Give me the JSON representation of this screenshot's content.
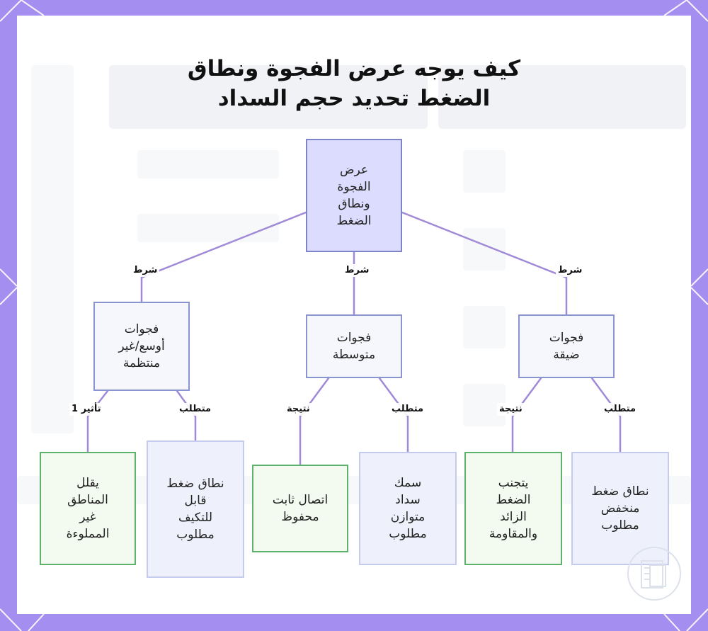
{
  "title": {
    "line1": "كيف يوجه عرض الفجوة ونطاق",
    "line2": "الضغط تحديد حجم السداد"
  },
  "nodes": {
    "root": {
      "lines": [
        "عرض",
        "الفجوة",
        "ونطاق",
        "الضغط"
      ]
    },
    "wide_gaps": {
      "lines": [
        "فجوات",
        "أوسع/غير",
        "منتظمة"
      ]
    },
    "medium_gaps": {
      "lines": [
        "فجوات",
        "متوسطة"
      ]
    },
    "narrow_gaps": {
      "lines": [
        "فجوات",
        "ضيقة"
      ]
    },
    "reduces_voids": {
      "lines": [
        "يقلل",
        "المناطق",
        "غير",
        "المملوءة"
      ]
    },
    "adaptable_range": {
      "lines": [
        "نطاق ضغط",
        "قابل",
        "للتكيف",
        "مطلوب"
      ]
    },
    "stable_contact": {
      "lines": [
        "اتصال ثابت",
        "محفوظ"
      ]
    },
    "balanced_thickness": {
      "lines": [
        "سمك",
        "سداد",
        "متوازن",
        "مطلوب"
      ]
    },
    "avoid_pressure": {
      "lines": [
        "يتجنب",
        "الضغط",
        "الزائد",
        "والمقاومة"
      ]
    },
    "low_range": {
      "lines": [
        "نطاق ضغط",
        "منخفض",
        "مطلوب"
      ]
    }
  },
  "edge_labels": {
    "cond_left": "شرط",
    "cond_mid": "شرط",
    "cond_right": "شرط",
    "effect_1": "تأثير 1",
    "req_wide": "متطلب",
    "result_mid": "نتيجة",
    "req_mid": "متطلب",
    "result_narrow": "نتيجة",
    "req_narrow": "متطلب"
  },
  "colors": {
    "frame": "#a48ef0",
    "edge": "#a08ad8",
    "root_fill": "#dcdcff",
    "green_border": "#5db36b",
    "blue_border": "#c4cbed"
  }
}
